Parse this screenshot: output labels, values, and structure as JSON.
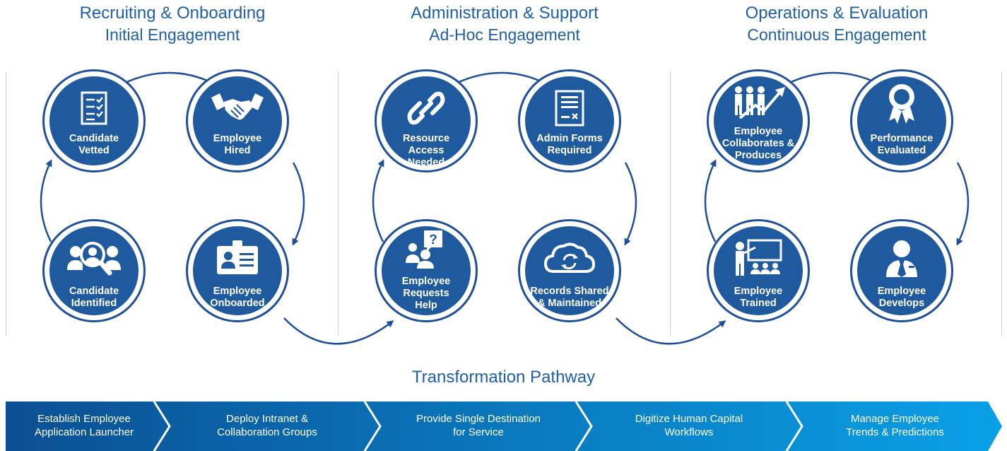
{
  "phases": [
    {
      "title": "Recruiting & Onboarding",
      "subtitle": "Initial Engagement"
    },
    {
      "title": "Administration & Support",
      "subtitle": "Ad-Hoc Engagement"
    },
    {
      "title": "Operations & Evaluation",
      "subtitle": "Continuous Engagement"
    }
  ],
  "nodes": {
    "candidate_vetted": "Candidate\nVetted",
    "employee_hired": "Employee\nHired",
    "candidate_identified": "Candidate\nIdentified",
    "employee_onboarded": "Employee\nOnboarded",
    "resource_access": "Resource Access\nNeeded",
    "admin_forms": "Admin Forms\nRequired",
    "employee_requests": "Employee\nRequests\nHelp",
    "records_shared": "Records Shared\n& Maintained",
    "employee_collaborates": "Employee\nCollaborates &\nProduces",
    "performance_evaluated": "Performance\nEvaluated",
    "employee_trained": "Employee\nTrained",
    "employee_develops": "Employee\nDevelops"
  },
  "pathway": {
    "title": "Transformation Pathway",
    "steps": [
      "Establish Employee\nApplication Launcher",
      "Deploy Intranet &\nCollaboration Groups",
      "Provide Single Destination\nfor Service",
      "Digitize Human Capital\nWorkflows",
      "Manage Employee\nTrends & Predictions"
    ],
    "colors": [
      "#0b5096",
      "#0d63ad",
      "#0b74c4",
      "#0a86d6",
      "#0b9ae4"
    ]
  },
  "colors": {
    "primary": "#1f5a9e",
    "heading": "#1f5fa8",
    "arrow": "#1f4f9a"
  }
}
